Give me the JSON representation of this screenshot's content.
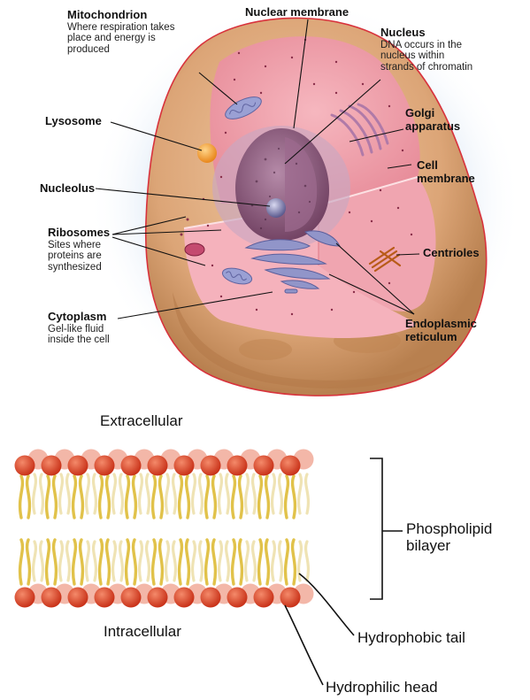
{
  "cell_labels": {
    "mitochondrion": {
      "title": "Mitochondrion",
      "desc": [
        "Where respiration takes",
        "place and energy is",
        "produced"
      ]
    },
    "nuclear_membrane": {
      "title": "Nuclear membrane"
    },
    "nucleus": {
      "title": "Nucleus",
      "desc": [
        "DNA occurs in the",
        "nucleus within",
        "strands of chromatin"
      ]
    },
    "lysosome": {
      "title": "Lysosome"
    },
    "golgi": {
      "title": [
        "Golgi",
        "apparatus"
      ]
    },
    "cell_membrane": {
      "title": [
        "Cell",
        "membrane"
      ]
    },
    "nucleolus": {
      "title": "Nucleolus"
    },
    "ribosomes": {
      "title": "Ribosomes",
      "desc": [
        "Sites where",
        "proteins are",
        "synthesized"
      ]
    },
    "centrioles": {
      "title": "Centrioles"
    },
    "cytoplasm": {
      "title": "Cytoplasm",
      "desc": [
        "Gel-like fluid",
        "inside the cell"
      ]
    },
    "endoplasmic_reticulum": {
      "title": [
        "Endoplasmic",
        "reticulum"
      ]
    }
  },
  "bilayer_labels": {
    "extracellular": "Extracellular",
    "intracellular": "Intracellular",
    "phospholipid_bilayer": [
      "Phospholipid",
      "bilayer"
    ],
    "hydrophobic_tail": "Hydrophobic tail",
    "hydrophilic_head": "Hydrophilic head"
  },
  "colors": {
    "outer_shell": "#d9a578",
    "cytoplasm": "#f2a2ad",
    "cell_membrane": "#d8323c",
    "nucleus": "#8a5a78",
    "organelle_blue": "#8b8fc7",
    "head": "#e04a2d",
    "tail": "#e1c24a",
    "glow": "#bcd3ec"
  }
}
